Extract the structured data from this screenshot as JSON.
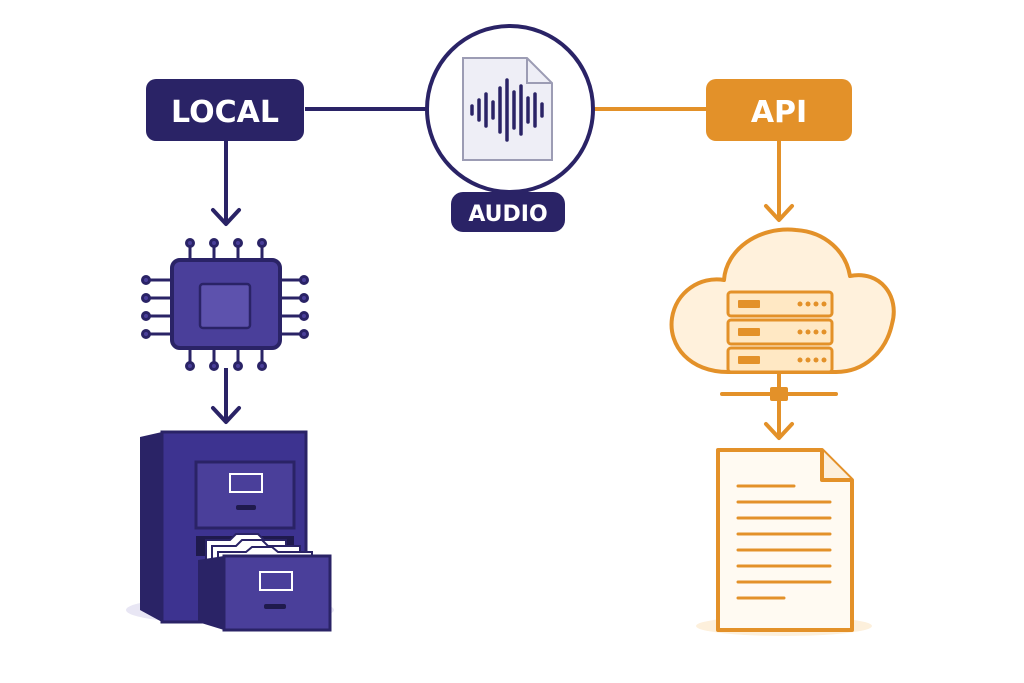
{
  "labels": {
    "local": "LOCAL",
    "api": "API",
    "audio": "AUDIO"
  },
  "colors": {
    "local": "#2a2366",
    "local_fill": "#4a3f9a",
    "local_fill_light": "#5d52ad",
    "api": "#e39129",
    "api_fill": "#fff1dc",
    "paper": "#fffaf2",
    "audio_doc": "#eeeef6"
  },
  "icons": {
    "audio": "audio-waveform-file-icon",
    "local_processor": "cpu-chip-icon",
    "local_storage": "filing-cabinet-icon",
    "api_processor": "cloud-server-icon",
    "api_output": "text-document-icon"
  }
}
